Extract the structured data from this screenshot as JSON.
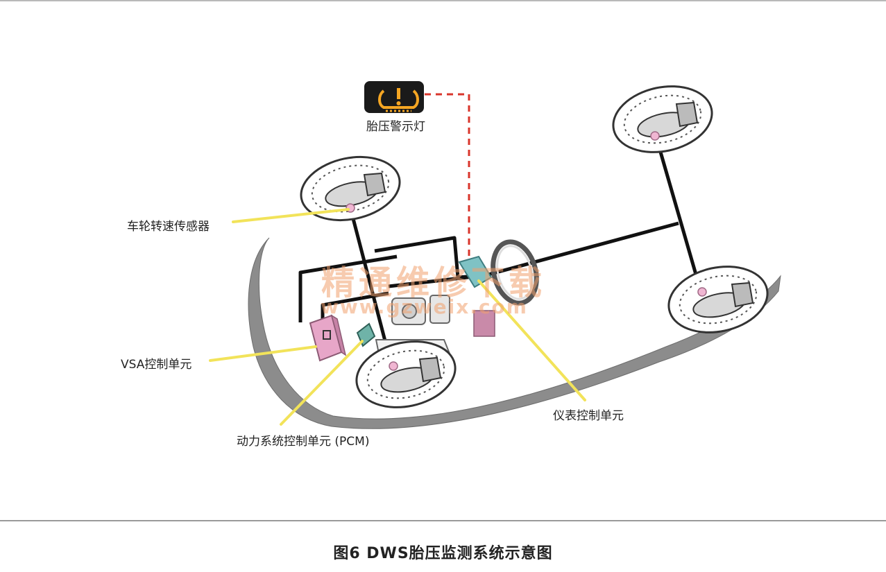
{
  "labels": {
    "tpms_lamp": "胎压警示灯",
    "wheel_speed_sensor": "车轮转速传感器",
    "vsa_unit": "VSA控制单元",
    "pcm": "动力系统控制单元 (PCM)",
    "meter_unit": "仪表控制单元"
  },
  "caption": "图6  DWS胎压监测系统示意图",
  "watermark": {
    "line1": "精通维修下载",
    "line2": "www.gzweix.com"
  },
  "colors": {
    "leader": "#f2e35a",
    "signal_dash": "#d9352b",
    "lamp_icon": "#f5a623",
    "vsa_box": "#e7a6c8",
    "pcm_box": "#6fb3a8",
    "meter_box": "#7fc2c4"
  },
  "icons": {
    "lamp": "tpms-warning-icon"
  }
}
